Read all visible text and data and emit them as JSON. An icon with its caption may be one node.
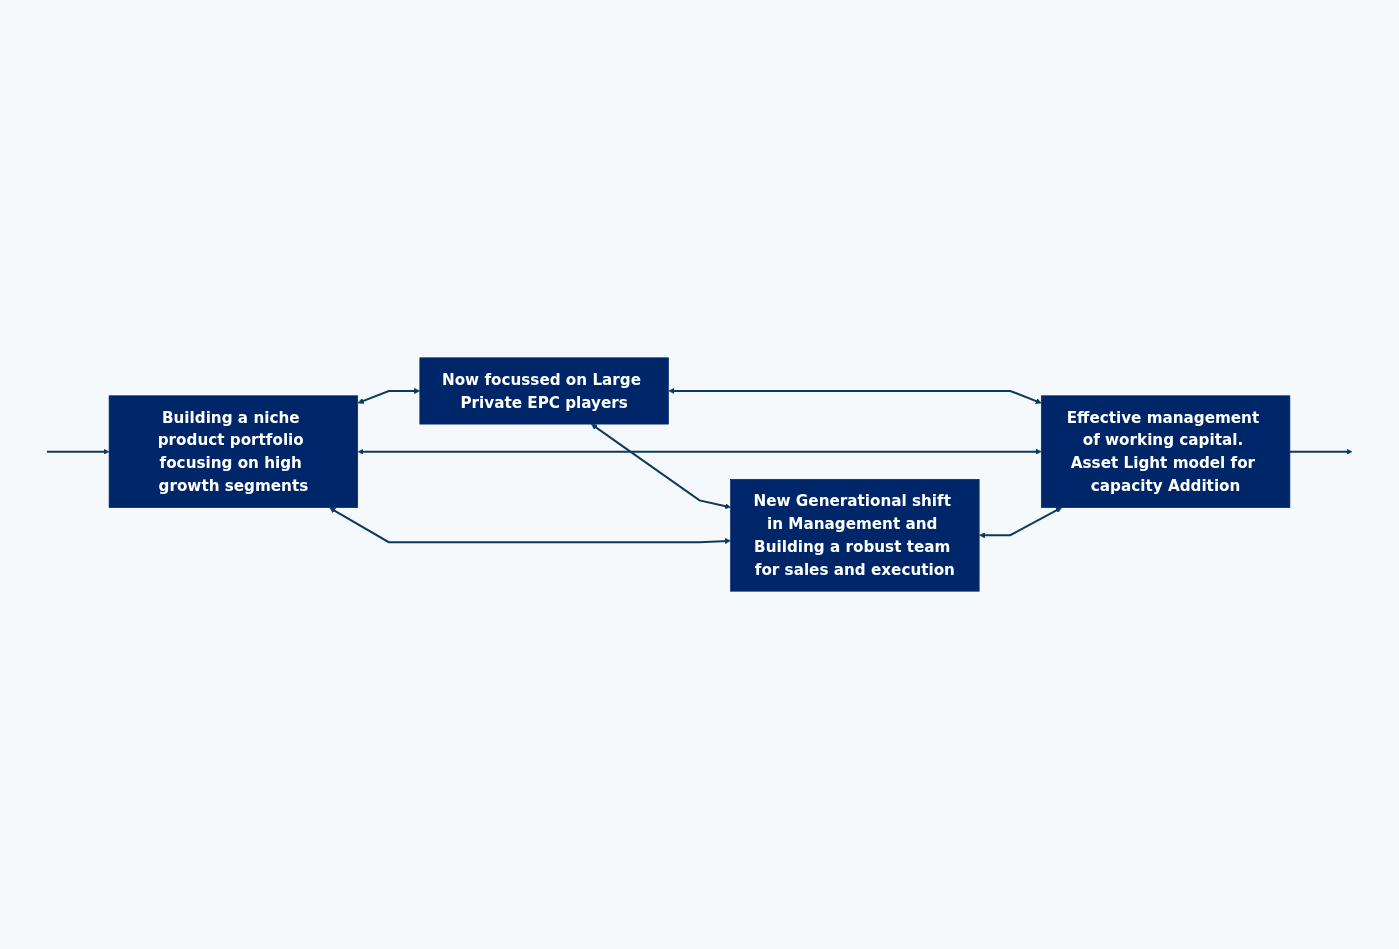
{
  "diagram": {
    "nodes": [
      {
        "text": [
          "Now focussed on Large Private EPC players"
        ]
      },
      {
        "text": [
          "Building a niche product portfolio focusing on high growth segments"
        ]
      },
      {
        "text": [
          "Effective management of working capital. Asset Light model for capacity Addition"
        ]
      },
      {
        "text": [
          "New Generational shift in Management and Building a robust team for sales and execution"
        ]
      }
    ],
    "edges": [
      {
        "from": null,
        "to": 1,
        "arrow": "to"
      },
      {
        "from": 1,
        "to": 0,
        "arrow": "both"
      },
      {
        "from": 0,
        "to": 2,
        "arrow": "both"
      },
      {
        "from": 1,
        "to": 2,
        "arrow": "both"
      },
      {
        "from": 0,
        "to": 3,
        "arrow": "both"
      },
      {
        "from": 1,
        "to": 3,
        "arrow": "both"
      },
      {
        "from": 3,
        "to": 2,
        "arrow": "both"
      },
      {
        "from": 2,
        "to": null,
        "arrow": "to"
      }
    ]
  }
}
